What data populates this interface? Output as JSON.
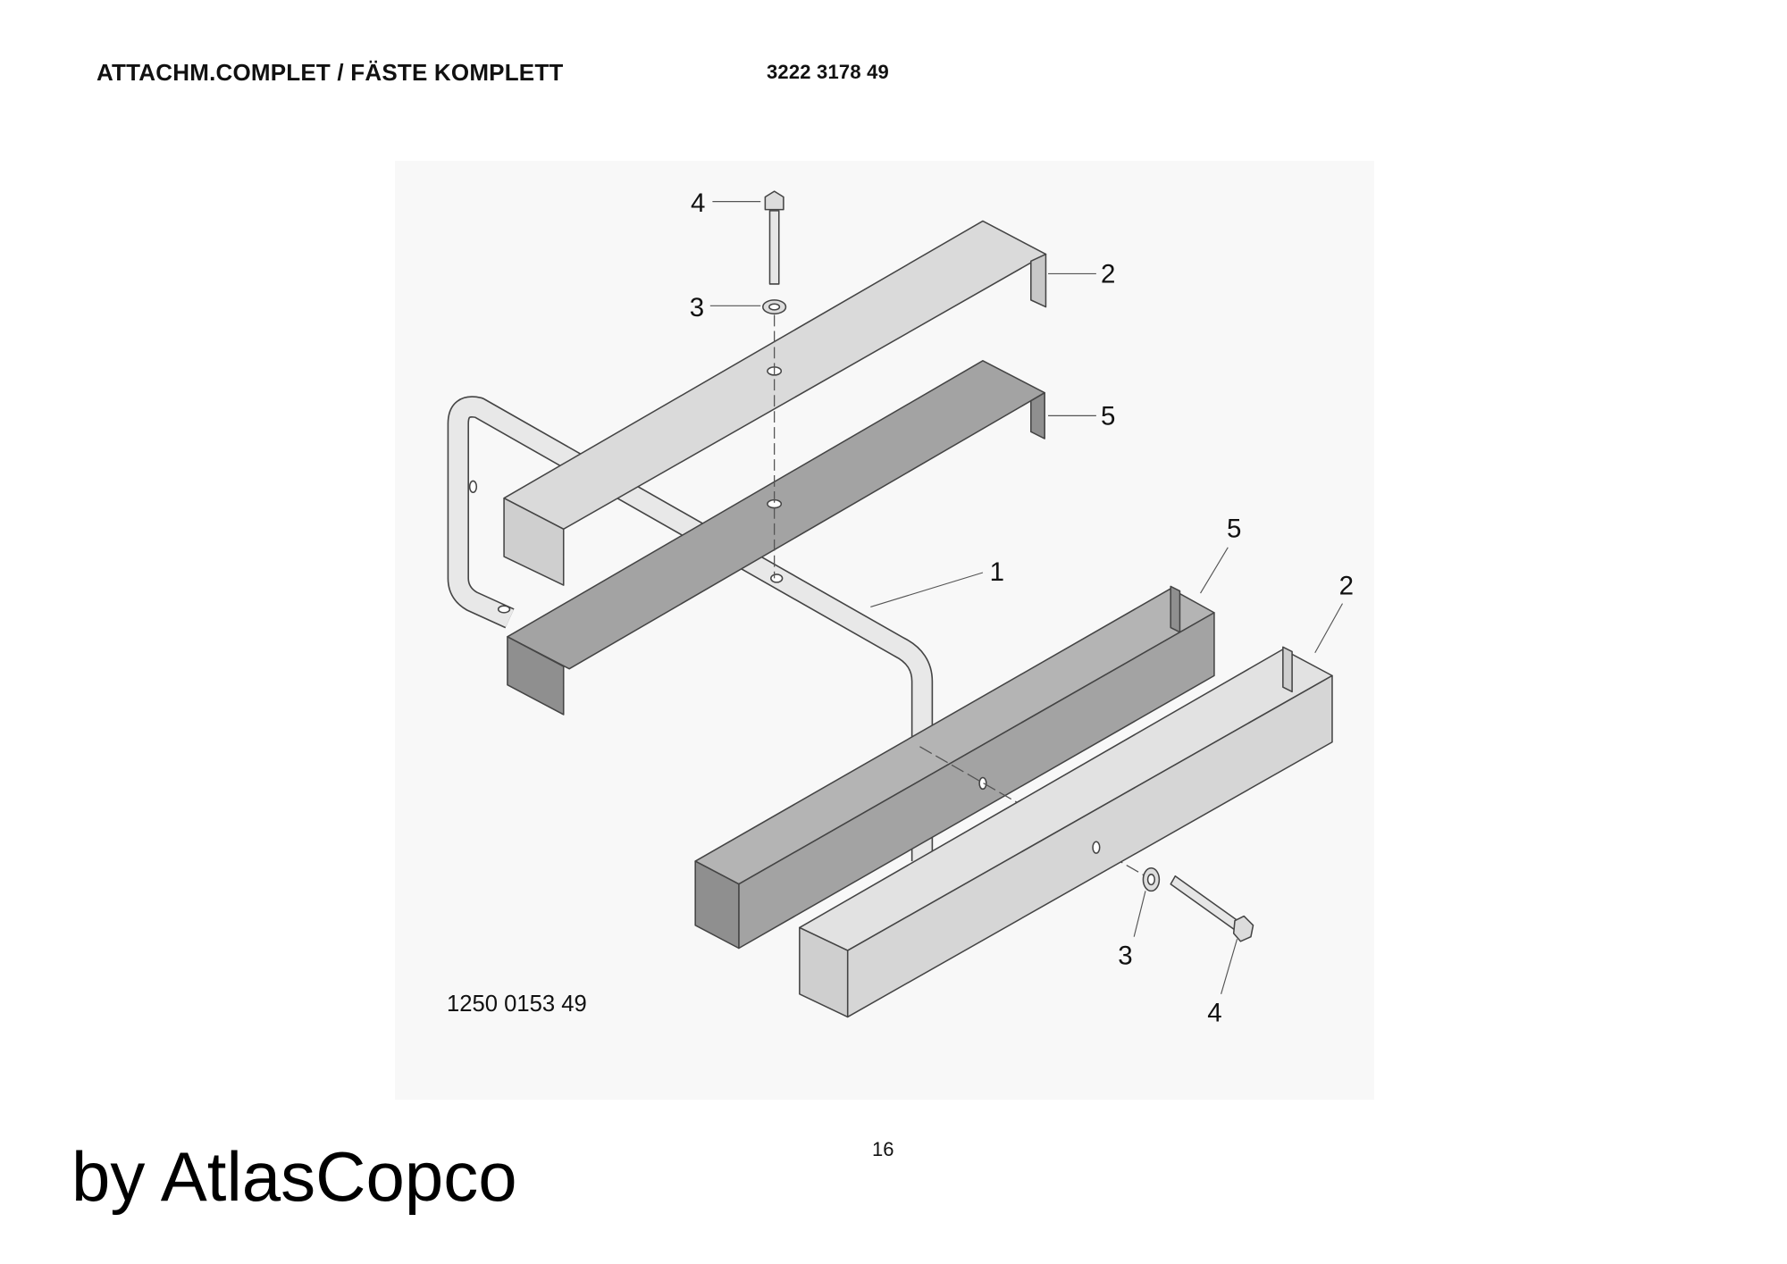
{
  "header": {
    "title": "ATTACHM.COMPLET / FÄSTE KOMPLETT",
    "part_number": "3222 3178 49"
  },
  "figure": {
    "drawing_number": "1250 0153 49",
    "callouts": {
      "bolt_top": "4",
      "washer_top": "3",
      "bracket_top": "2",
      "spacer_top": "5",
      "frame": "1",
      "spacer_bottom": "5",
      "bracket_bottom": "2",
      "washer_bottom": "3",
      "bolt_bottom": "4"
    }
  },
  "footer": {
    "page_number": "16",
    "brand": "by AtlasCopco"
  }
}
